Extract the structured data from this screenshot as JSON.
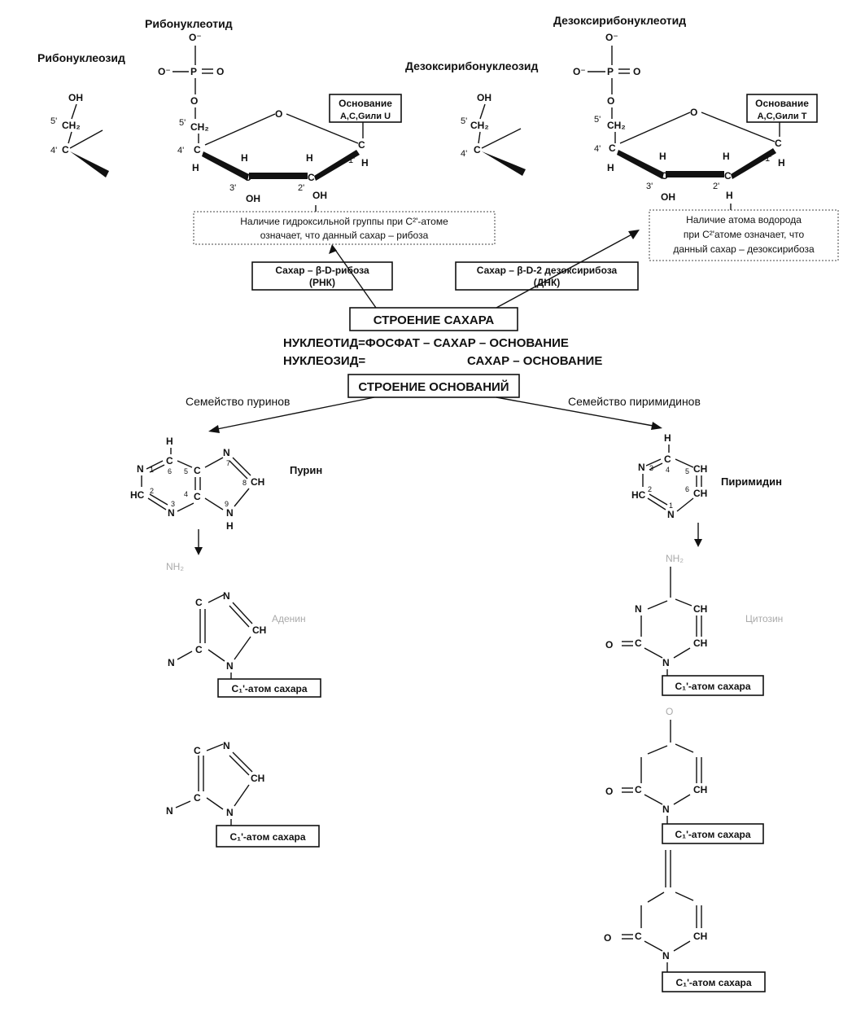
{
  "top": {
    "ribonucleotide_title": "Рибонуклеотид",
    "ribonucleoside_title": "Рибонуклеозид",
    "deoxyribonucleotide_title": "Дезоксирибонуклеотид",
    "deoxyribonucleoside_title": "Дезоксирибонуклеозид",
    "base_box_line1": "Основание",
    "base_box_line2": "A,C,Gили U",
    "base_box_line2_dna": "A,C,Gили T",
    "ribose_note_line1": "Наличие гидроксильной группы при C²'-атоме",
    "ribose_note_line2": "означает, что данный сахар – рибоза",
    "deoxy_note_line1": "Наличие атома водорода",
    "deoxy_note_line2": "при C²'атоме означает, что",
    "deoxy_note_line3": "данный сахар – дезоксирибоза",
    "sugar_rna_line1": "Сахар – β-D-рибоза",
    "sugar_rna_line2": "(РНК)",
    "sugar_dna_line1": "Сахар – β-D-2 дезоксирибоза",
    "sugar_dna_line2": "(ДНК)"
  },
  "center": {
    "sugar_structure": "СТРОЕНИЕ САХАРА",
    "nucleotide_formula": "НУКЛЕОТИД=ФОСФАТ – САХАР – ОСНОВАНИЕ",
    "nucleoside_formula_left": "НУКЛЕОЗИД=",
    "nucleoside_formula_right": "САХАР – ОСНОВАНИЕ",
    "base_structure": "СТРОЕНИЕ ОСНОВАНИЙ"
  },
  "bases": {
    "purine_family": "Семейство пуринов",
    "pyrimidine_family": "Семейство пиримидинов",
    "purine_name": "Пурин",
    "pyrimidine_name": "Пиримидин",
    "adenine_label": "Аденин",
    "cytosine_label": "Цитозин",
    "c1_sugar": "C₁'-атом сахара"
  },
  "atoms": {
    "oh": "OH",
    "h": "H",
    "o": "O",
    "c": "C",
    "n": "N",
    "p": "P",
    "ch": "CH",
    "hc": "HC",
    "ch2": "CH₂",
    "o_minus": "O⁻",
    "nh2": "NH₂",
    "oc": "O=C",
    "nh": "NH",
    "o_eq": "O",
    "o_neg_p": "O⁻–P",
    "eq_o": "= O"
  },
  "positions": {
    "p5": "5'",
    "p4": "4'",
    "p3": "3'",
    "p2": "2'",
    "p1": "1'",
    "n1": "1",
    "n2": "2",
    "n3": "3",
    "n4": "4",
    "n5": "5",
    "n6": "6",
    "n7": "7",
    "n8": "8",
    "n9": "9"
  }
}
